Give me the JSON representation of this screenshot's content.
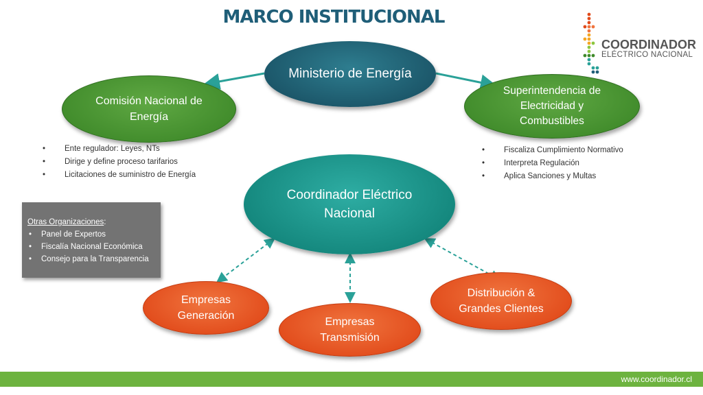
{
  "title": "MARCO INSTITUCIONAL",
  "logo": {
    "name": "COORDINADOR",
    "subtitle": "ELÉCTRICO NACIONAL"
  },
  "nodes": {
    "ministerio": "Ministerio de  Energía",
    "cne_line1": "Comisión Nacional de",
    "cne_line2": "Energía",
    "sec_line1": "Superintendencia de",
    "sec_line2": "Electricidad y",
    "sec_line3": "Combustibles",
    "cen_line1": "Coordinador Eléctrico",
    "cen_line2": "Nacional",
    "gen_line1": "Empresas",
    "gen_line2": "Generación",
    "trans_line1": "Empresas",
    "trans_line2": "Transmisión",
    "dist_line1": "Distribución &",
    "dist_line2": "Grandes Clientes"
  },
  "cne_bullets": [
    "Ente regulador: Leyes, NTs",
    "Dirige y define proceso tarifarios",
    "Licitaciones de suministro de Energía"
  ],
  "sec_bullets": [
    "Fiscaliza Cumplimiento Normativo",
    "Interpreta Regulación",
    "Aplica Sanciones y Multas"
  ],
  "otras": {
    "heading": "Otras Organizaciones",
    "heading_suffix": ":",
    "items": [
      "Panel de Expertos",
      "Fiscalía Nacional Económica",
      "Consejo para la Transparencia"
    ]
  },
  "footer_url": "www.coordinador.cl",
  "colors": {
    "title": "#1f5e78",
    "ministerio": "#1a5366",
    "green_nodes": "#3f8a2a",
    "coordinador": "#12847a",
    "orange_nodes": "#e14a1a",
    "arrow": "#2aa198",
    "footer": "#6db33f",
    "otras_box": "#737373"
  }
}
